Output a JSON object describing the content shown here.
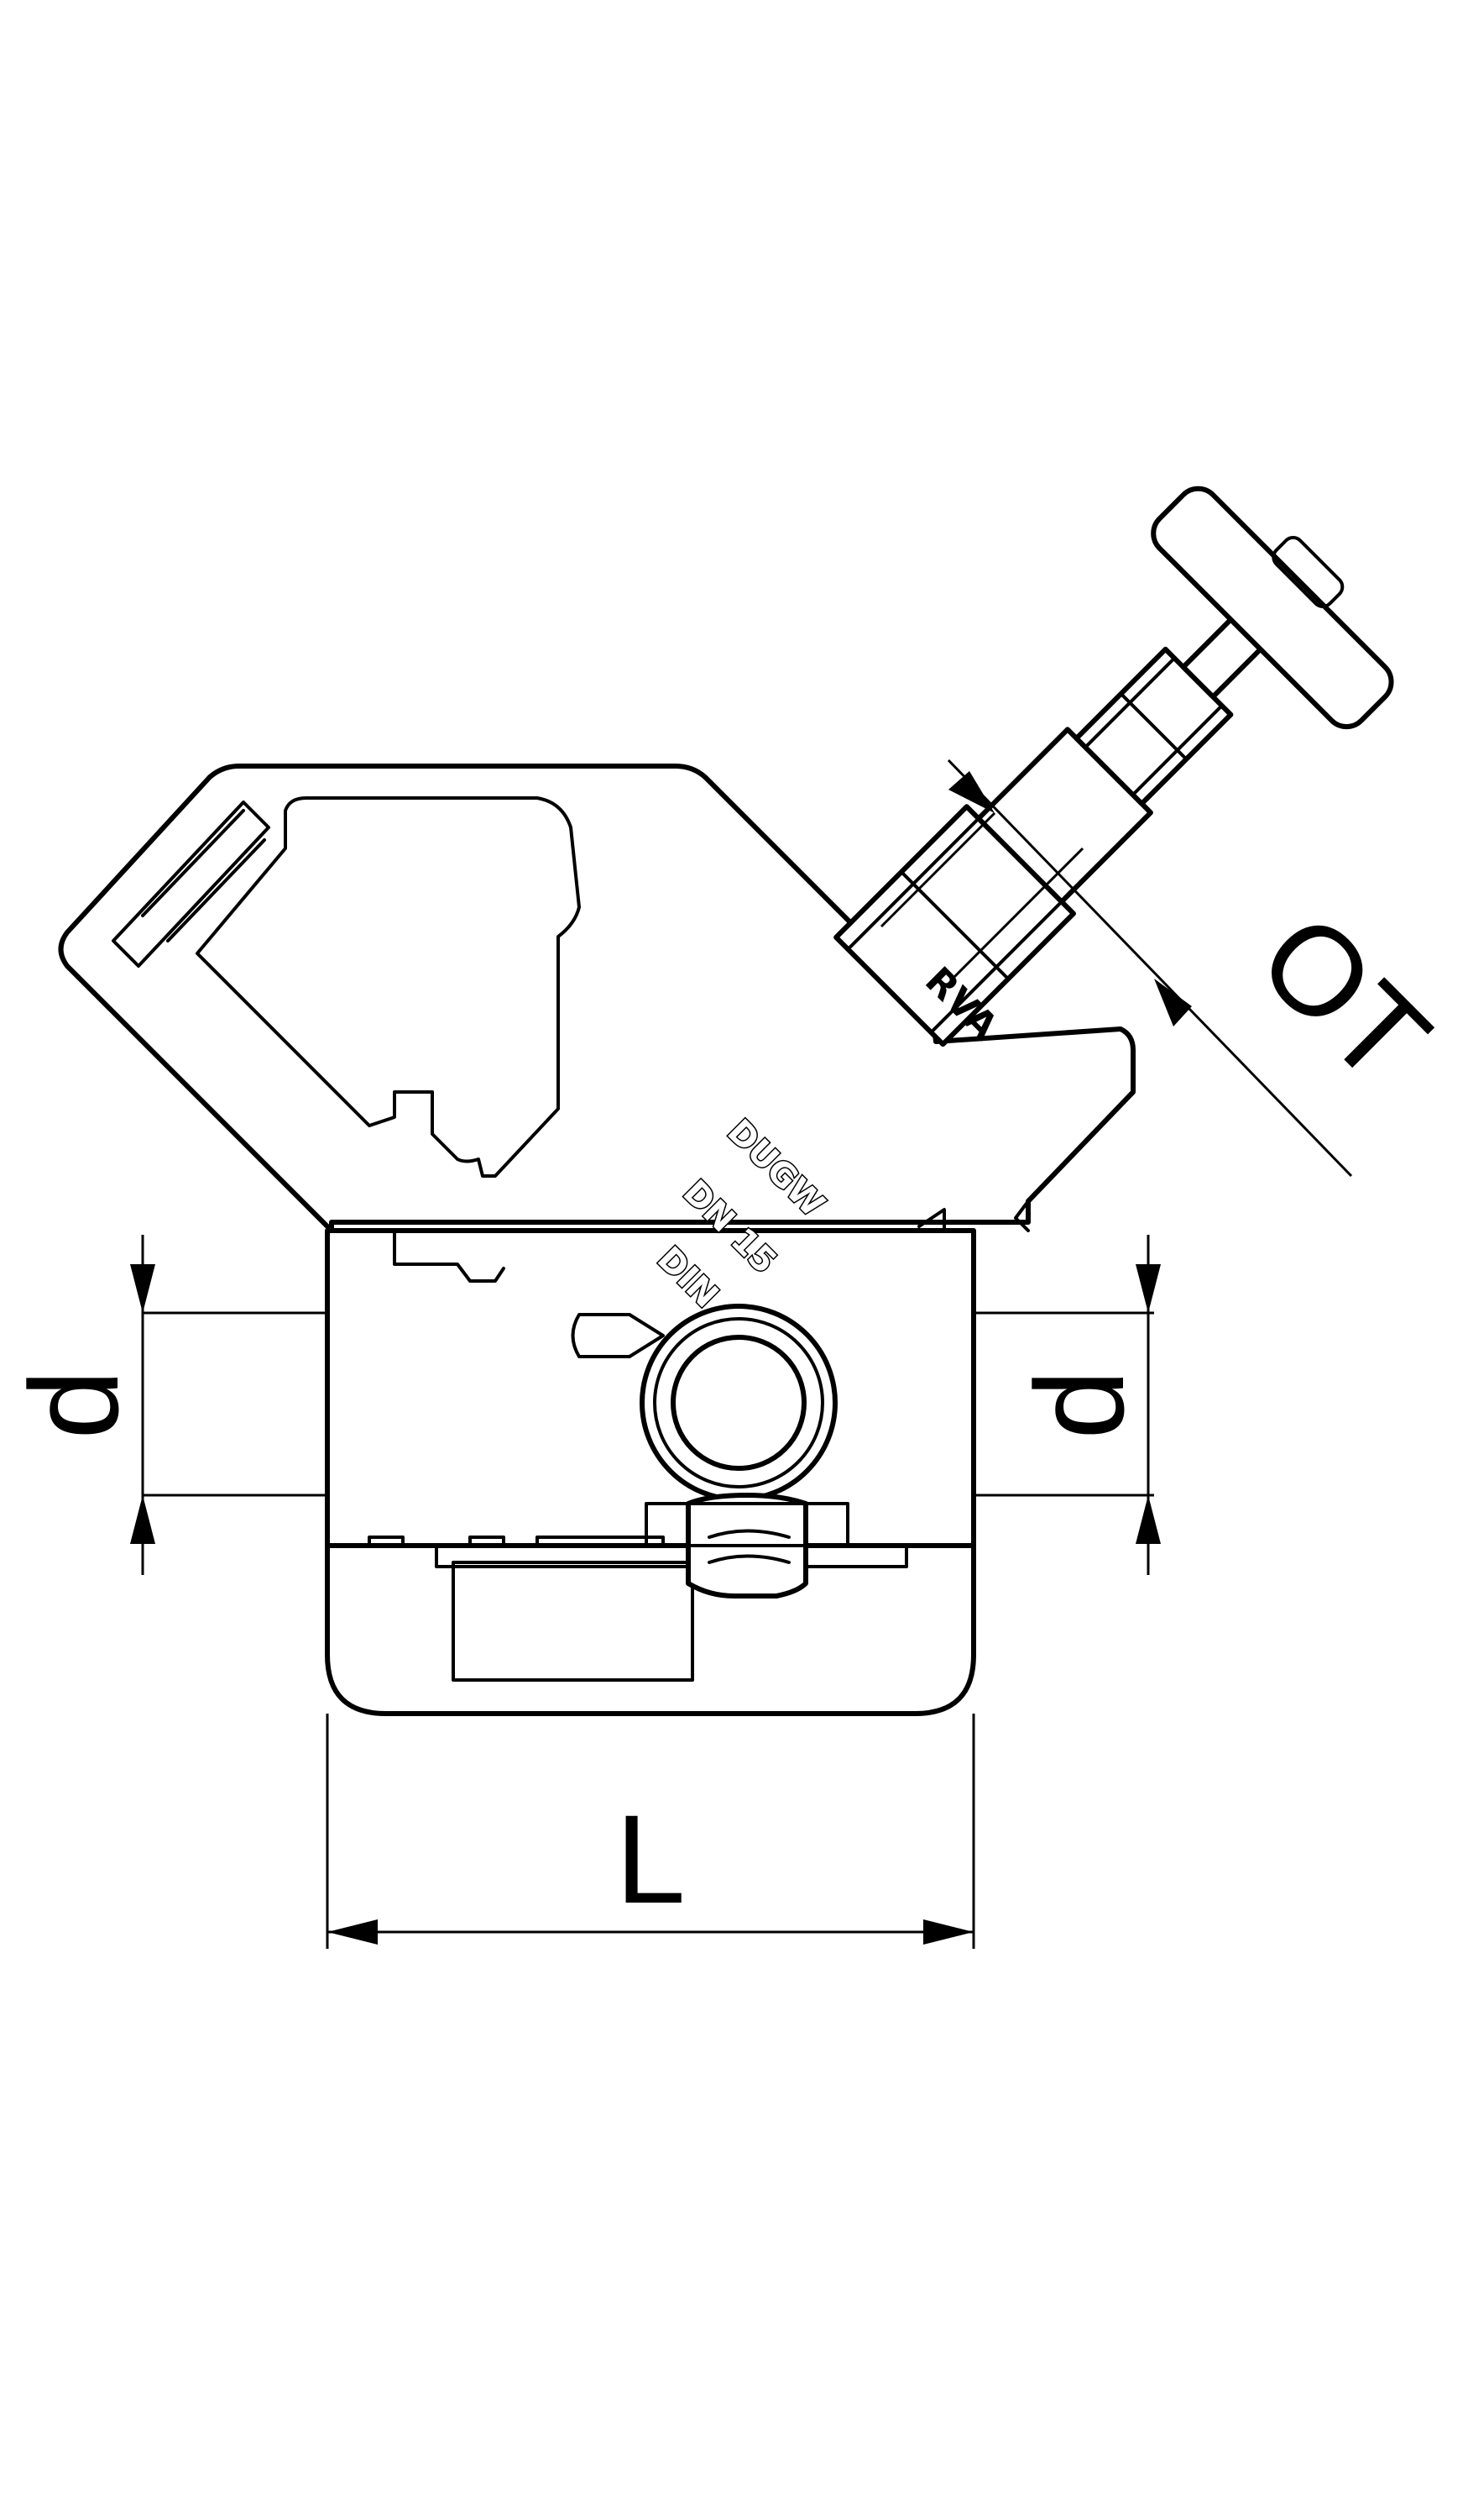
{
  "dimensions": {
    "length_label": "L",
    "diameter_left_label": "d",
    "diameter_right_label": "d",
    "bonnet_label": "OT"
  },
  "body_markings": {
    "brand": "DUGW",
    "nominal_size": "DN 15",
    "standard": "DIN"
  },
  "bonnet_marking": "RVA",
  "colors": {
    "line": "#000000",
    "background": "#ffffff"
  }
}
